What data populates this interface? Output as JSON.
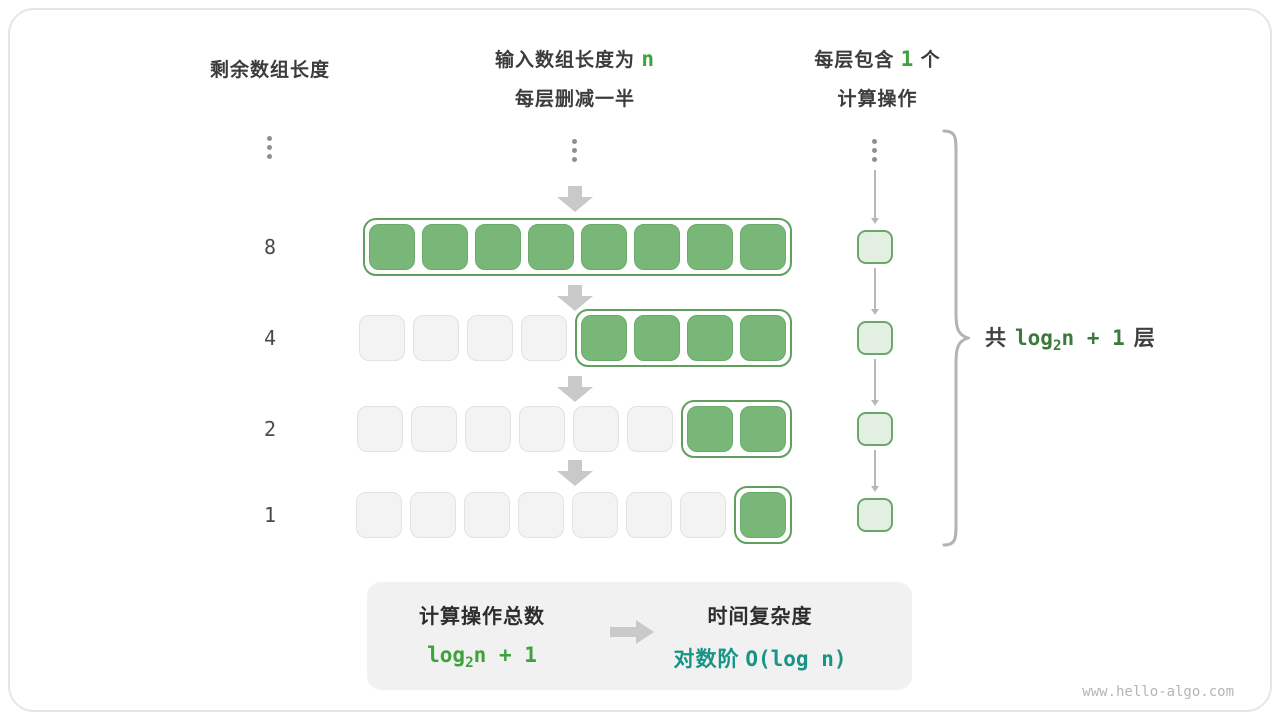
{
  "headers": {
    "left": "剩余数组长度",
    "middle_line1_prefix": "输入数组长度为",
    "middle_line1_highlight": "n",
    "middle_line2": "每层删减一半",
    "right_line1_prefix": "每层包含",
    "right_line1_highlight": "1",
    "right_line1_suffix": "个",
    "right_line2": "计算操作"
  },
  "rows": [
    {
      "label": "8",
      "removed_cells": 0,
      "active_cells": 8
    },
    {
      "label": "4",
      "removed_cells": 4,
      "active_cells": 4
    },
    {
      "label": "2",
      "removed_cells": 6,
      "active_cells": 2
    },
    {
      "label": "1",
      "removed_cells": 7,
      "active_cells": 1
    }
  ],
  "operations_per_layer": 1,
  "brace": {
    "prefix": "共",
    "code_base": "log",
    "code_sub": "2",
    "code_rest": "n + 1",
    "suffix": "层"
  },
  "summary": {
    "left_title": "计算操作总数",
    "left_value_base": "log",
    "left_value_sub": "2",
    "left_value_rest": "n + 1",
    "right_title": "时间复杂度",
    "right_value_prefix": "对数阶",
    "right_value_code": "O(log n)"
  },
  "watermark": "www.hello-algo.com",
  "colors": {
    "green_fill": "#79b779",
    "green_border": "#5fa05f",
    "accent_green_text": "#3da23d",
    "dark_green_text": "#3a7a3a",
    "teal_text": "#179486",
    "grey_cell": "#f3f3f3",
    "arrow_grey": "#c9c9c9"
  }
}
